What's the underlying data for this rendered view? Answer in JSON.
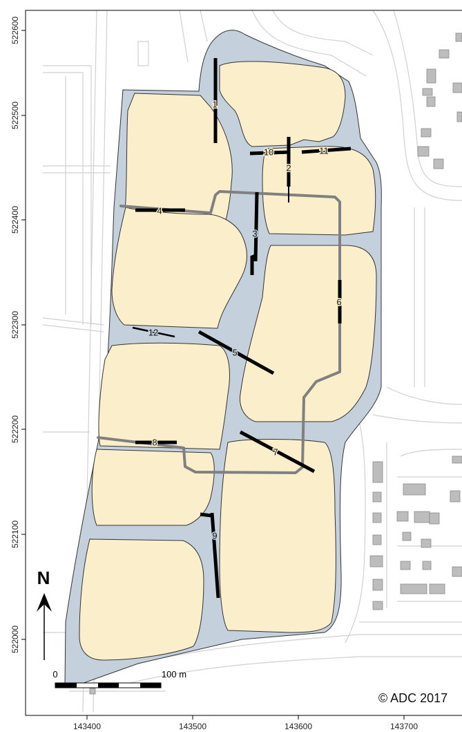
{
  "map": {
    "x_ticks": [
      "143400",
      "143500",
      "143600",
      "143700"
    ],
    "y_ticks": [
      "522600",
      "522500",
      "522400",
      "522300",
      "522200",
      "522100",
      "522000"
    ],
    "trenches": [
      "1",
      "2",
      "3",
      "4",
      "5",
      "6",
      "7",
      "8",
      "9",
      "10",
      "11",
      "12"
    ],
    "north_label": "N",
    "scale_start": "0",
    "scale_end": "100 m",
    "copyright": "© ADC 2017",
    "colors": {
      "water": "#c4d0dc",
      "field": "#fbeecb",
      "trench": "#000000",
      "path": "#808080",
      "building": "#bdbdbd",
      "road_line": "#d0d0d0"
    }
  }
}
